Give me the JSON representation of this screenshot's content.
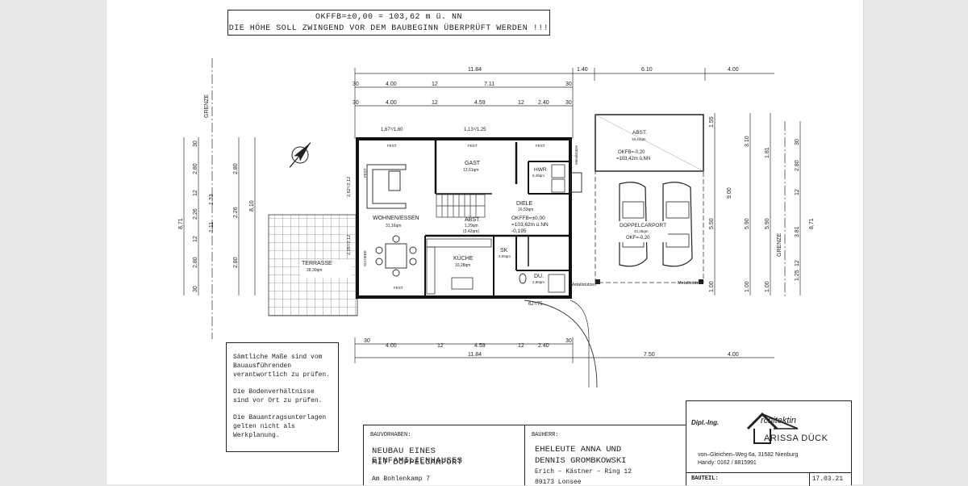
{
  "header": {
    "line1": "OKFFB=±0,00 = 103,62 m ü. NN",
    "line2": "DIE HÖHE SOLL ZWINGEND VOR DEM BAUBEGINN ÜBERPRÜFT WERDEN !!!"
  },
  "dims_top": {
    "r1": [
      "11.84",
      "1.40",
      "6.10",
      "4.00"
    ],
    "r2": [
      "30",
      "4.00",
      "12",
      "7.11",
      "30"
    ],
    "r3": [
      "30",
      "4.00",
      "12",
      "4.59",
      "12",
      "2.40",
      "30"
    ]
  },
  "dims_bottom": {
    "r1": [
      "30",
      "4.00",
      "12",
      "4.59",
      "12",
      "2.40",
      "30"
    ],
    "r2": [
      "11.84",
      "7.50",
      "4.00"
    ]
  },
  "dims_left": {
    "outer": "8,71",
    "mid": "8,10",
    "chain": [
      "30",
      "2.80",
      "12",
      "2.26",
      "12",
      "2.80",
      "30"
    ],
    "win": [
      "1.33",
      "1.11"
    ]
  },
  "dims_right": {
    "a": [
      "1.55",
      "3.10",
      "1.81"
    ],
    "b": [
      "9.00",
      "5.50",
      "5.90",
      "5.90"
    ],
    "c": [
      "2.80",
      "12",
      "3.81",
      "1.25",
      "12"
    ],
    "d": [
      "8,71",
      "30",
      "1.00",
      "1.00",
      "1.00"
    ]
  },
  "rooms": {
    "wohnen": {
      "name": "WOHNEN/ESSEN",
      "area": "31,16qm"
    },
    "gast": {
      "name": "GAST",
      "area": "13,61qm"
    },
    "hwr": {
      "name": "HWR",
      "area": "6,49qm"
    },
    "diele": {
      "name": "DIELE",
      "area": "16,53qm"
    },
    "abst": {
      "name": "ABST.",
      "area": "1,29qm",
      "area2": "(3,42qm)"
    },
    "kueche": {
      "name": "KÜCHE",
      "area": "10,28qm"
    },
    "sk": {
      "name": "SK",
      "area": "3,50qm"
    },
    "du": {
      "name": "DU.",
      "area": "2,90qm"
    },
    "terrasse": {
      "name": "TERRASSE",
      "area": "28,30qm"
    },
    "carport": {
      "name": "DOPPELCARPORT",
      "area": "42,28qm",
      "level": "OKF=-0,20"
    },
    "abst_carport": {
      "name": "ABST.",
      "area": "18,42qm",
      "level1": "OKFB=-0,20",
      "level2": "=103,42m ü.NN"
    }
  },
  "level_note": {
    "l1": "OKFFB=±0,00",
    "l2": "=103,62m ü.NN",
    "l3": "-0,195"
  },
  "labels": {
    "fest1": "FEST",
    "fest2": "FEST",
    "fest3": "FEST",
    "fest4": "FEST",
    "fest5": "FEST",
    "grenze_left": "GRENZE",
    "grenze_right": "GRENZE",
    "metall1": "Metallstütze",
    "metall2": "Metallstützen",
    "metall3": "Metallstütze",
    "schiebe": "SCHIEBE",
    "win1": "1,67⁵/1,60",
    "win2": "1,13⁵/1,25",
    "win3": "62⁵/75",
    "win_left1": "2,62⁵/2,12",
    "win_left2": "2,26⁵/2,12"
  },
  "notes": {
    "p1": "Sämtliche Maße sind vom Bauausführenden verantwortlich zu prüfen.",
    "p2": "Die Bodenverhältnisse sind vor Ort zu prüfen.",
    "p3": "Die Bauantragsunterlagen gelten nicht als Werkplanung."
  },
  "project": {
    "label": "BAUVORHABEN:",
    "title1": "NEUBAU EINES EINFAMILIENHAUSES",
    "title2": "MIT DOPPELCARPORT",
    "address": "Am Bohlenkamp 7"
  },
  "owner": {
    "label": "BAUHERR:",
    "name1": "EHELEUTE ANNA UND",
    "name2": "DENNIS GROMBKOWSKI",
    "street": "Erich – Kästner – Ring 12",
    "city": "89173 Lonsee"
  },
  "architect": {
    "dipl": "Dipl.-Ing.",
    "title": "rchitektin",
    "name": "ARISSA DÜCK",
    "address": "von–Gleichen–Weg 6a, 31582 Nienburg",
    "phone": "Handy: 0162 / 8815991",
    "bauteil_label": "BAUTEIL:",
    "date": "17.03.21"
  }
}
